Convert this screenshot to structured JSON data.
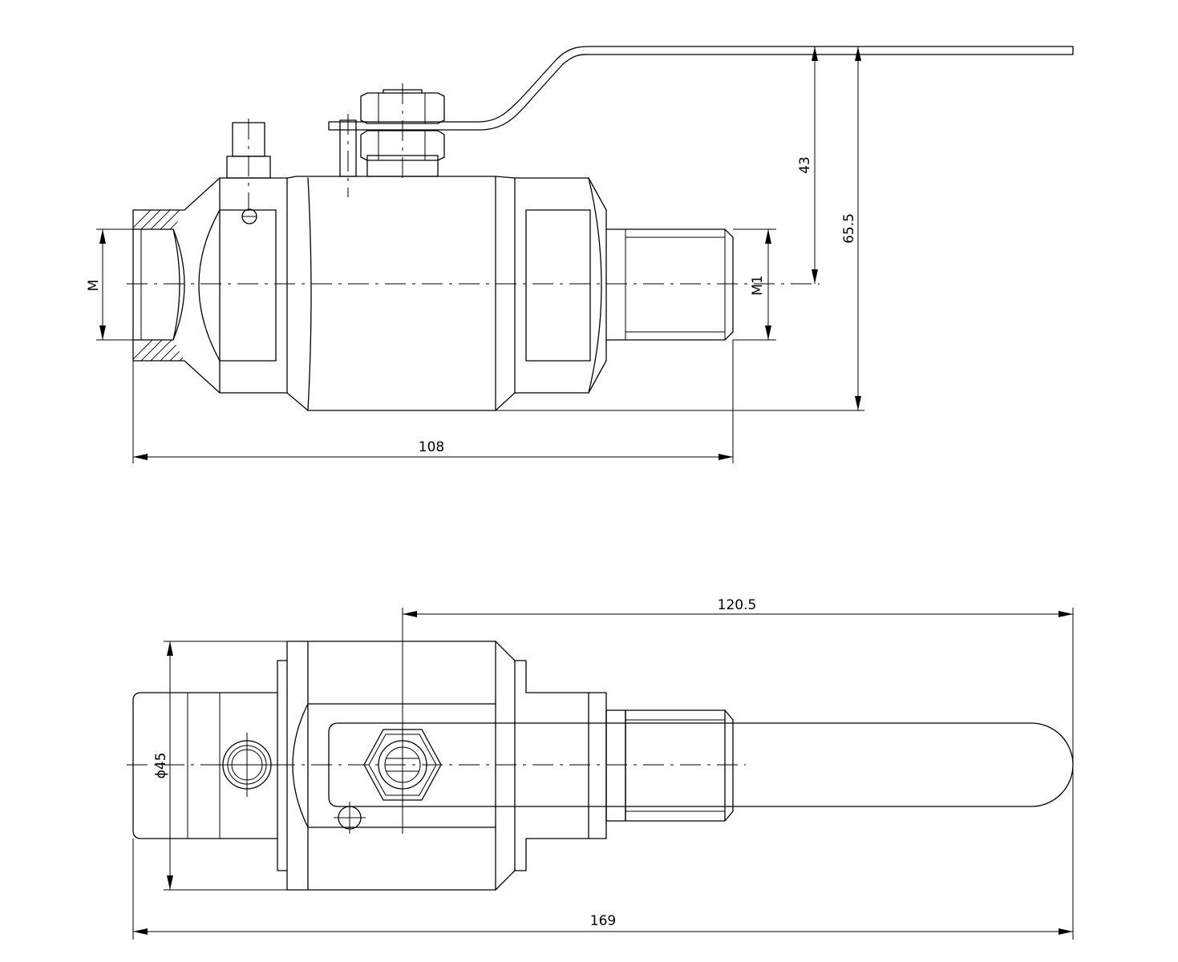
{
  "dimensions": {
    "side_view": {
      "thread_left": "M",
      "thread_right": "M1",
      "total_length": "108",
      "axis_to_handle": "43",
      "total_height": "65.5"
    },
    "top_view": {
      "diameter": "ϕ45",
      "handle_length": "120.5",
      "total_length": "169"
    }
  }
}
